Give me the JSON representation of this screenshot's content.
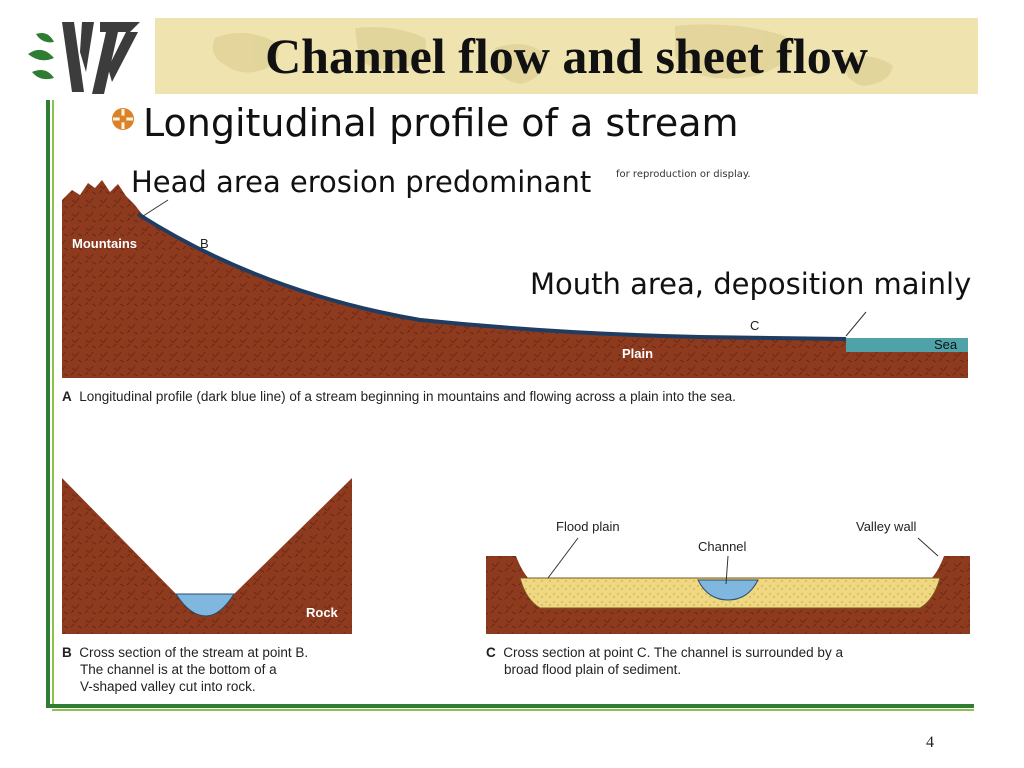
{
  "title": "Channel flow and sheet flow",
  "bullet": "Longitudinal profile of a stream",
  "head_note": "Head area erosion predominant",
  "copyright_fragment": "for reproduction or display.",
  "mouth_note": "Mouth area, deposition mainly",
  "colors": {
    "title_bg": "#efe4b0",
    "frame_green": "#2e7d32",
    "rock_brown": "#8e3a1e",
    "stream_blue": "#1f3d63",
    "sea_teal": "#4fa3a8",
    "water_blue": "#7fb7df",
    "sediment": "#f0d882"
  },
  "logo_icon": "leaf-w-logo-icon",
  "bullet_icon": "target-bullet-icon",
  "profile_labels": {
    "mountains": "Mountains",
    "b": "B",
    "c": "C",
    "plain": "Plain",
    "sea": "Sea"
  },
  "caption_a": {
    "letter": "A",
    "text": "Longitudinal profile (dark blue line) of a stream beginning in mountains and flowing across a plain into the sea."
  },
  "section_b": {
    "rock_label": "Rock",
    "letter": "B",
    "lines": [
      "Cross section of the stream at point B.",
      "The channel is at the bottom of a",
      "V-shaped valley cut into rock."
    ]
  },
  "section_c": {
    "flood_plain": "Flood plain",
    "channel": "Channel",
    "valley_wall": "Valley wall",
    "letter": "C",
    "lines": [
      "Cross section at point C. The channel is surrounded by a",
      "broad flood plain of sediment."
    ]
  },
  "page_number": "4"
}
